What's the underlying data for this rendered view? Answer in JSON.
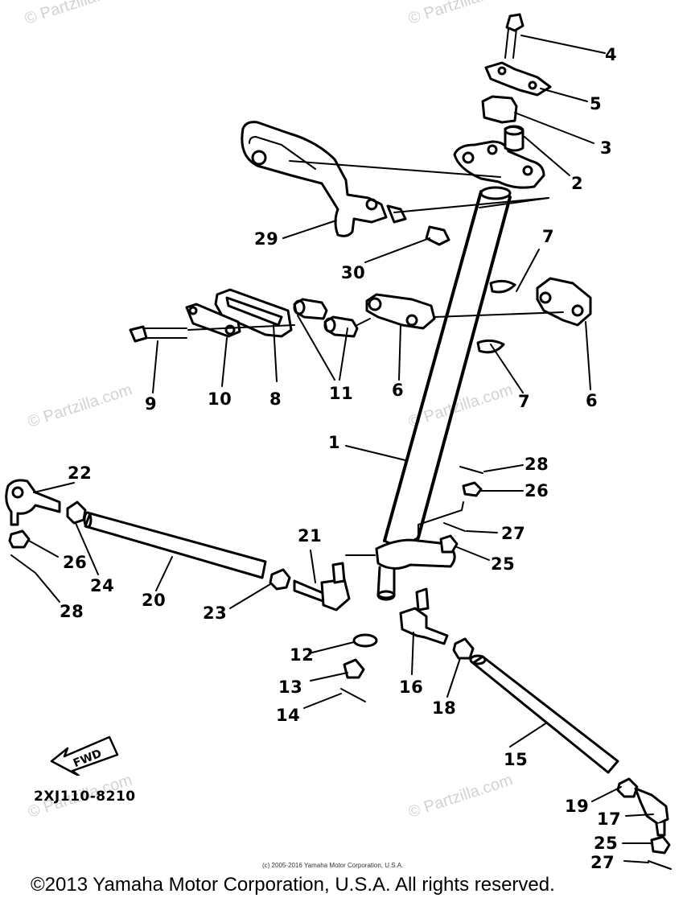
{
  "watermark": "© Partzilla.com",
  "diagram_code": "2XJ110-8210",
  "fwd_label": "FWD",
  "small_copyright": "(c) 2005-2016 Yamaha Motor Corporation, U.S.A.",
  "copyright": "©2013 Yamaha Motor Corporation, U.S.A. All rights reserved.",
  "labels": {
    "l1": "1",
    "l2": "2",
    "l3": "3",
    "l4": "4",
    "l5": "5",
    "l6a": "6",
    "l6b": "6",
    "l7a": "7",
    "l7b": "7",
    "l8": "8",
    "l9": "9",
    "l10": "10",
    "l11": "11",
    "l12": "12",
    "l13": "13",
    "l14": "14",
    "l15": "15",
    "l16": "16",
    "l17": "17",
    "l18": "18",
    "l19": "19",
    "l20": "20",
    "l21": "21",
    "l22": "22",
    "l23": "23",
    "l24": "24",
    "l25a": "25",
    "l25b": "25",
    "l26a": "26",
    "l26b": "26",
    "l27a": "27",
    "l27b": "27",
    "l28a": "28",
    "l28b": "28",
    "l29": "29",
    "l30": "30"
  }
}
